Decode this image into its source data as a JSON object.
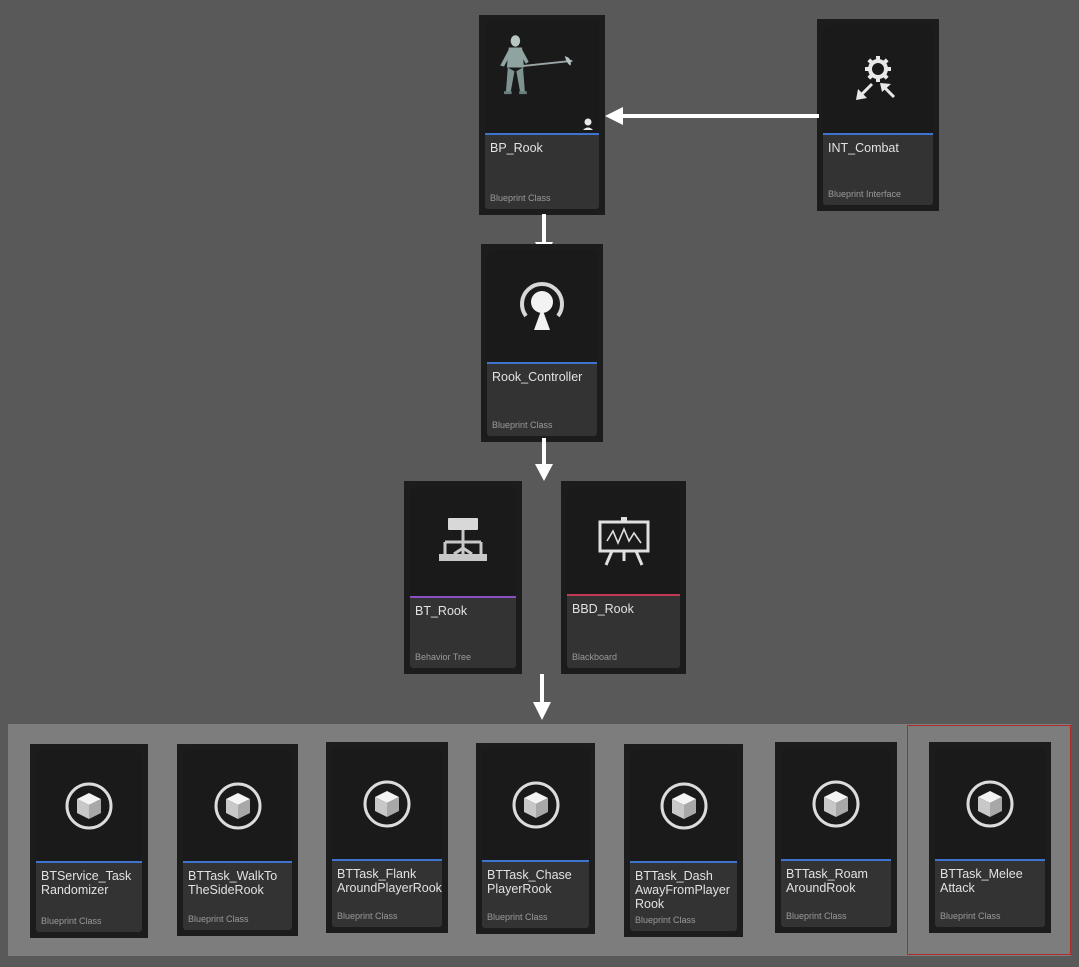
{
  "colors": {
    "blueprint_bar": "#3f73d0",
    "behavior_tree_bar": "#8b4fc4",
    "blackboard_bar": "#c23a55",
    "background": "#595959",
    "group_background": "#7d7d7d",
    "selection_border": "#b02a2a"
  },
  "assets": {
    "bp_rook": {
      "name": "BP_Rook",
      "type": "Blueprint Class",
      "icon": "character-thumbnail",
      "badge_icon": "skeletal-mesh-icon"
    },
    "int_combat": {
      "name": "INT_Combat",
      "type": "Blueprint Interface",
      "icon": "gear-arrows-icon"
    },
    "rook_controller": {
      "name": "Rook_Controller",
      "type": "Blueprint Class",
      "icon": "ai-controller-icon"
    },
    "bt_rook": {
      "name": "BT_Rook",
      "type": "Behavior Tree",
      "icon": "behavior-tree-icon"
    },
    "bbd_rook": {
      "name": "BBD_Rook",
      "type": "Blackboard",
      "icon": "blackboard-icon"
    }
  },
  "tasks": [
    {
      "name": "BTService_Task\nRandomizer",
      "type": "Blueprint Class",
      "icon": "cube-icon"
    },
    {
      "name": "BTTask_WalkTo\nTheSideRook",
      "type": "Blueprint Class",
      "icon": "cube-icon"
    },
    {
      "name": "BTTask_Flank\nAroundPlayerRook",
      "type": "Blueprint Class",
      "icon": "cube-icon"
    },
    {
      "name": "BTTask_Chase\nPlayerRook",
      "type": "Blueprint Class",
      "icon": "cube-icon"
    },
    {
      "name": "BTTask_Dash\nAwayFromPlayer\nRook",
      "type": "Blueprint Class",
      "icon": "cube-icon"
    },
    {
      "name": "BTTask_Roam\nAroundRook",
      "type": "Blueprint Class",
      "icon": "cube-icon"
    },
    {
      "name": "BTTask_Melee\nAttack",
      "type": "Blueprint Class",
      "icon": "cube-icon",
      "selected": true
    }
  ]
}
